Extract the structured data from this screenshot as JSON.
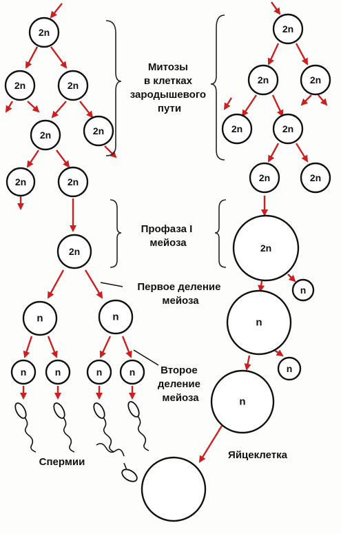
{
  "labels": {
    "diploid": "2n",
    "haploid": "n"
  },
  "captions": {
    "mitosis": [
      "Митозы",
      "в клетках",
      "зародышевого",
      "пути"
    ],
    "prophase": [
      "Профаза I",
      "мейоза"
    ],
    "first_division": [
      "Первое деление",
      "мейоза"
    ],
    "second_division": [
      "Второе",
      "деление",
      "мейоза"
    ],
    "sperm": "Спермии",
    "egg": "Яйцеклетка"
  },
  "colors": {
    "arrow": "#cc2020",
    "outline": "#111111",
    "background": "#fdfdfb"
  }
}
